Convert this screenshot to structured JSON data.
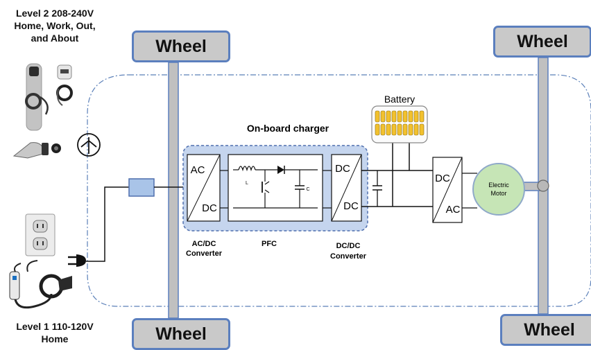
{
  "wheels": {
    "top_left": "Wheel",
    "top_right": "Wheel",
    "bottom_left": "Wheel",
    "bottom_right": "Wheel"
  },
  "chargers": {
    "level2": [
      "Level 2  208-240V",
      "Home,  Work, Out,",
      "and About"
    ],
    "level1": [
      "Level 1  110-120V",
      "Home"
    ]
  },
  "onboard_charger": {
    "title": "On-board charger",
    "acdc_top": "AC",
    "acdc_bottom": "DC",
    "acdc_label": [
      "AC/DC",
      "Converter"
    ],
    "pfc_label": "PFC",
    "pfc_inductor": "L",
    "pfc_cap": "C",
    "dcdc_top": "DC",
    "dcdc_bottom": "DC",
    "dcdc_label": [
      "DC/DC",
      "Converter"
    ]
  },
  "battery": {
    "label": "Battery"
  },
  "inverter": {
    "top": "DC",
    "bottom": "AC"
  },
  "motor": {
    "label": [
      "Electric",
      "Motor"
    ]
  },
  "colors": {
    "wheel_fill": "#c9c9c9",
    "wheel_border": "#5b7fbe",
    "charger_fill": "#c5d5ee",
    "charger_border": "#4f6fae",
    "motor_fill": "#c6e5b6",
    "battery_cell": "#f2c12e"
  }
}
